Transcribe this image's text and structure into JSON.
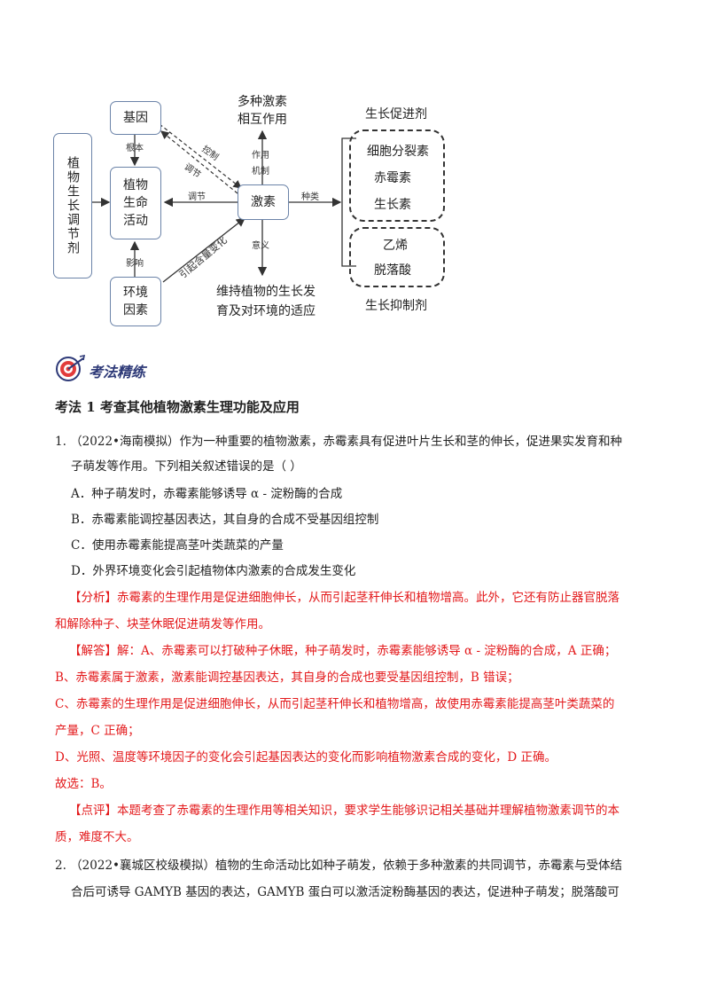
{
  "diagram": {
    "box_plant": "植物生长调节剂",
    "box_gene": "基因",
    "box_life": "植物生命活动",
    "box_env": "环境因素",
    "box_hormone": "激素",
    "label_root": "根本",
    "label_influence": "影响",
    "label_regulate": "调节",
    "label_control": "控制",
    "label_regulate2": "调节",
    "label_content_change": "引起含量变化",
    "label_mechanism1": "作用",
    "label_mechanism2": "机制",
    "label_types": "种类",
    "label_meaning": "意义",
    "top_text1": "多种激素",
    "top_text2": "相互作用",
    "bottom_text1": "维持植物的生长发",
    "bottom_text2": "育及对环境的适应",
    "promote_label": "生长促进剂",
    "promote_items": [
      "细胞分裂素",
      "赤霉素",
      "生长素"
    ],
    "inhibit_items": [
      "乙烯",
      "脱落酸"
    ],
    "inhibit_label": "生长抑制剂"
  },
  "section": {
    "icon_title": "考法精练",
    "heading": "考法 1  考查其他植物激素生理功能及应用"
  },
  "q1": {
    "stem1": "1.    （2022•海南模拟）作为一种重要的植物激素，赤霉素具有促进叶片生长和茎的伸长，促进果实发育和种",
    "stem2": "子萌发等作用。下列相关叙述错误的是（        ）",
    "optA": "A．种子萌发时，赤霉素能够诱导 α - 淀粉酶的合成",
    "optB": "B．赤霉素能调控基因表达，其自身的合成不受基因组控制",
    "optC": "C．使用赤霉素能提高茎叶类蔬菜的产量",
    "optD": "D．外界环境变化会引起植物体内激素的合成发生变化",
    "analysis1": "【分析】赤霉素的生理作用是促进细胞伸长，从而引起茎秆伸长和植物增高。此外，它还有防止器官脱落",
    "analysis2": "和解除种子、块茎休眠促进萌发等作用。",
    "answer1": "【解答】解：A、赤霉素可以打破种子休眠，种子萌发时，赤霉素能够诱导 α - 淀粉酶的合成，A 正确；",
    "answer2": "B、赤霉素属于激素，激素能调控基因表达，其自身的合成也要受基因组控制，B 错误；",
    "answer3": "C、赤霉素的生理作用是促进细胞伸长，从而引起茎秆伸长和植物增高，故使用赤霉素能提高茎叶类蔬菜的",
    "answer4": "产量，C 正确；",
    "answer5": "D、光照、温度等环境因子的变化会引起基因表达的变化而影响植物激素合成的变化，D 正确。",
    "choice": "故选：B。",
    "comment1": "【点评】本题考查了赤霉素的生理作用等相关知识，要求学生能够识记相关基础并理解植物激素调节的本",
    "comment2": "质，难度不大。"
  },
  "q2": {
    "stem1": "2.    （2022•襄城区校级模拟）植物的生命活动比如种子萌发，依赖于多种激素的共同调节，赤霉素与受体结",
    "stem2": "合后可诱导 GAMYB 基因的表达，GAMYB 蛋白可以激活淀粉酶基因的表达，促进种子萌发；脱落酸可"
  }
}
